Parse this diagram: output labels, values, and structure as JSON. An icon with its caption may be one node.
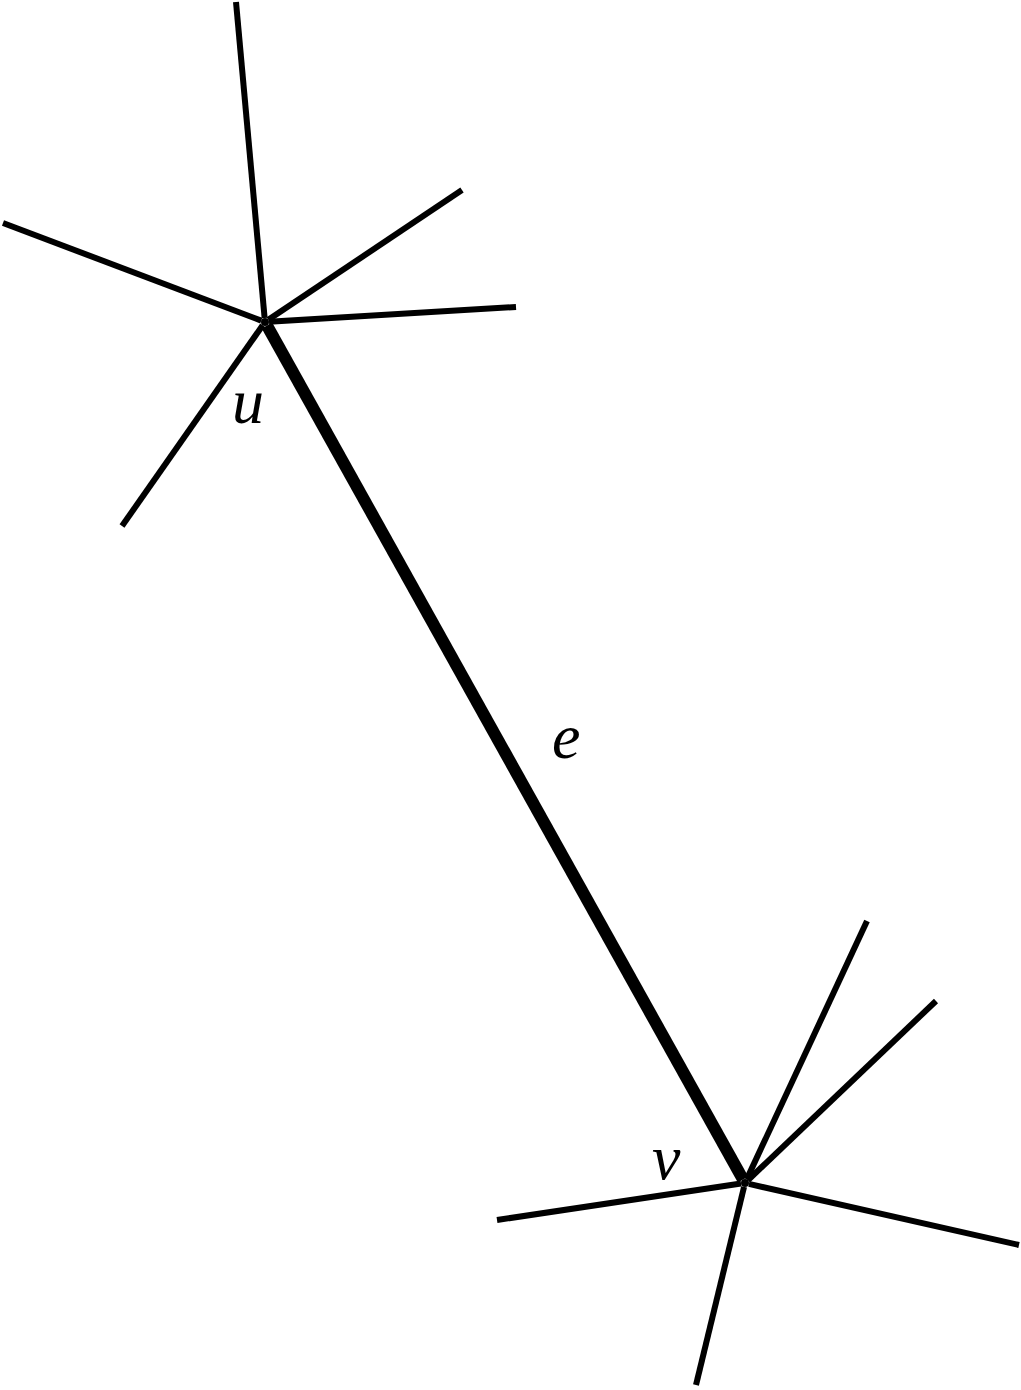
{
  "diagram": {
    "nodes": [
      {
        "text": [],
        "shape": "point",
        "beside": [
          "u"
        ]
      },
      {
        "text": [],
        "shape": "point",
        "beside": [
          "v"
        ]
      }
    ],
    "edges": [
      {
        "from": 0,
        "to": 1,
        "arrow": "none",
        "label": "e",
        "style": "thick"
      },
      {
        "from": 0,
        "to": null,
        "arrow": "none"
      },
      {
        "from": 0,
        "to": null,
        "arrow": "none"
      },
      {
        "from": 0,
        "to": null,
        "arrow": "none"
      },
      {
        "from": 0,
        "to": null,
        "arrow": "none"
      },
      {
        "from": 0,
        "to": null,
        "arrow": "none"
      },
      {
        "from": 1,
        "to": null,
        "arrow": "none"
      },
      {
        "from": 1,
        "to": null,
        "arrow": "none"
      },
      {
        "from": 1,
        "to": null,
        "arrow": "none"
      },
      {
        "from": 1,
        "to": null,
        "arrow": "none"
      },
      {
        "from": 1,
        "to": null,
        "arrow": "none"
      }
    ]
  }
}
